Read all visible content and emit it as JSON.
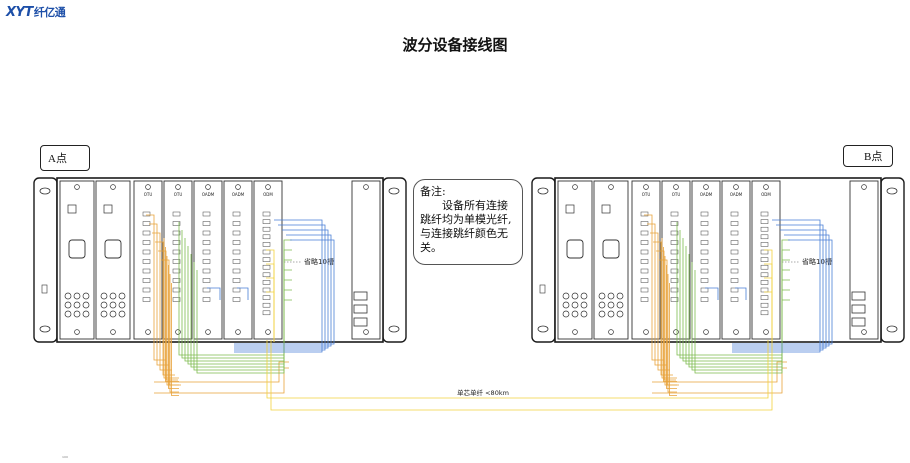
{
  "logo": {
    "brand": "XYT",
    "brand_cn": "纤亿通"
  },
  "title": "波分设备接线图",
  "site_a": {
    "label": "A点"
  },
  "site_b": {
    "label": "B点"
  },
  "note": {
    "heading": "备注:",
    "body": "设备所有连接跳纤均为单模光纤,与连接跳纤颜色无关。"
  },
  "slot_hint": "省略10槽",
  "fiber_label": "单芯单纤 <80km",
  "card_labels": [
    "OTU",
    "OTU",
    "OADM",
    "OADM",
    "ODM"
  ],
  "corner_mark": "¹⁰⁰",
  "colors": {
    "orange": "#e8a23a",
    "green": "#7dbb4e",
    "blue": "#4a7fd6",
    "yellow": "#f2d23c",
    "frame": "#1a1a1a"
  }
}
